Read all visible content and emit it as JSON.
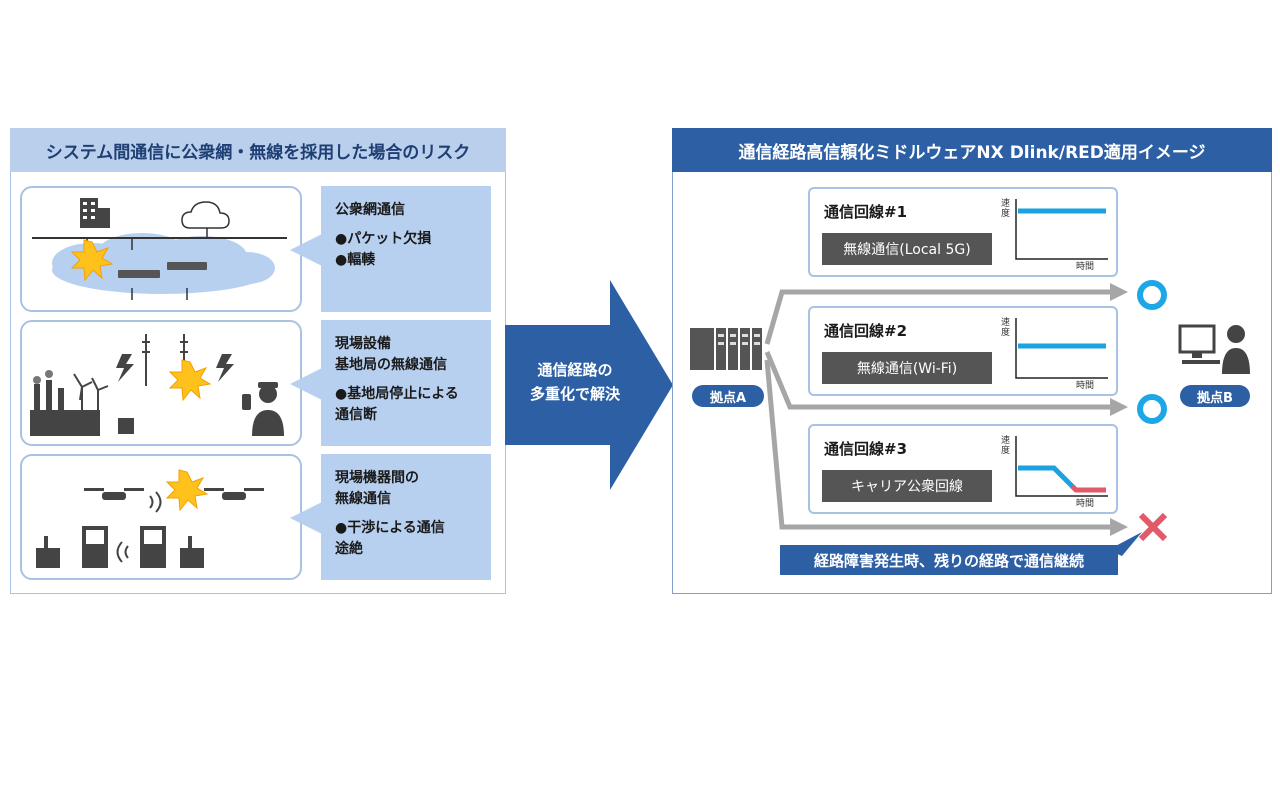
{
  "left": {
    "title": "システム間通信に公衆網・無線を採用した場合のリスク",
    "risks": [
      {
        "title": "公衆網通信",
        "bullets": [
          "●パケット欠損",
          "●輻輳"
        ]
      },
      {
        "title": "現場設備\n基地局の無線通信",
        "bullets": [
          "●基地局停止による\n通信断"
        ]
      },
      {
        "title": "現場機器間の\n無線通信",
        "bullets": [
          "●干渉による通信\n途絶"
        ]
      }
    ]
  },
  "middle": {
    "arrow_text": "通信経路の\n多重化で解決"
  },
  "right": {
    "title": "通信経路高信頼化ミドルウェアNX Dlink/RED適用イメージ",
    "site_a": "拠点A",
    "site_b": "拠点B",
    "lines": [
      {
        "name": "通信回線#1",
        "tag": "無線通信(Local 5G)"
      },
      {
        "name": "通信回線#2",
        "tag": "無線通信(Wi-Fi)"
      },
      {
        "name": "通信回線#3",
        "tag": "キャリア公衆回線"
      }
    ],
    "axis_y": "速\n度",
    "axis_x": "時間",
    "failover_note": "経路障害発生時、残りの経路で通信継続"
  },
  "colors": {
    "blue": "#2d5fa5",
    "light_blue": "#b8d0ef",
    "line_cyan": "#1aa3e0",
    "fail_red": "#e05a6a",
    "ok_ring": "#1ea7e6"
  }
}
